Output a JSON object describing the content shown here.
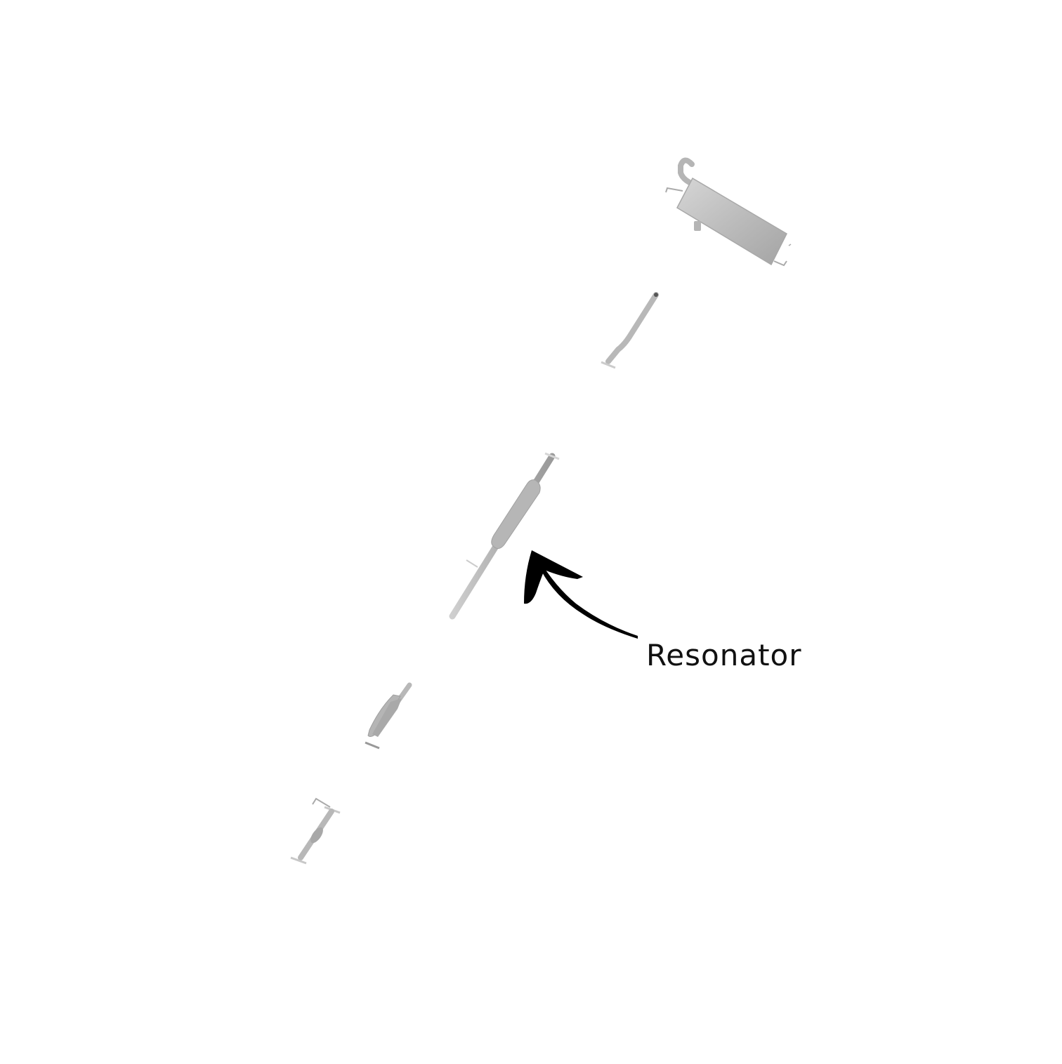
{
  "diagram": {
    "subject": "Exhaust system exploded view",
    "background": "#ffffff",
    "part_color": "#bdbdbd",
    "arrow_color": "#000000",
    "parts": [
      {
        "name": "muffler",
        "position": "top-right"
      },
      {
        "name": "tailpipe-section",
        "position": "upper-middle"
      },
      {
        "name": "resonator-pipe",
        "position": "center"
      },
      {
        "name": "catalytic-converter",
        "position": "lower-left"
      },
      {
        "name": "front-pipe",
        "position": "bottom-left"
      }
    ],
    "annotation": {
      "label": "Resonator",
      "arrow": "curved-arrow-pointing-to-resonator"
    }
  }
}
